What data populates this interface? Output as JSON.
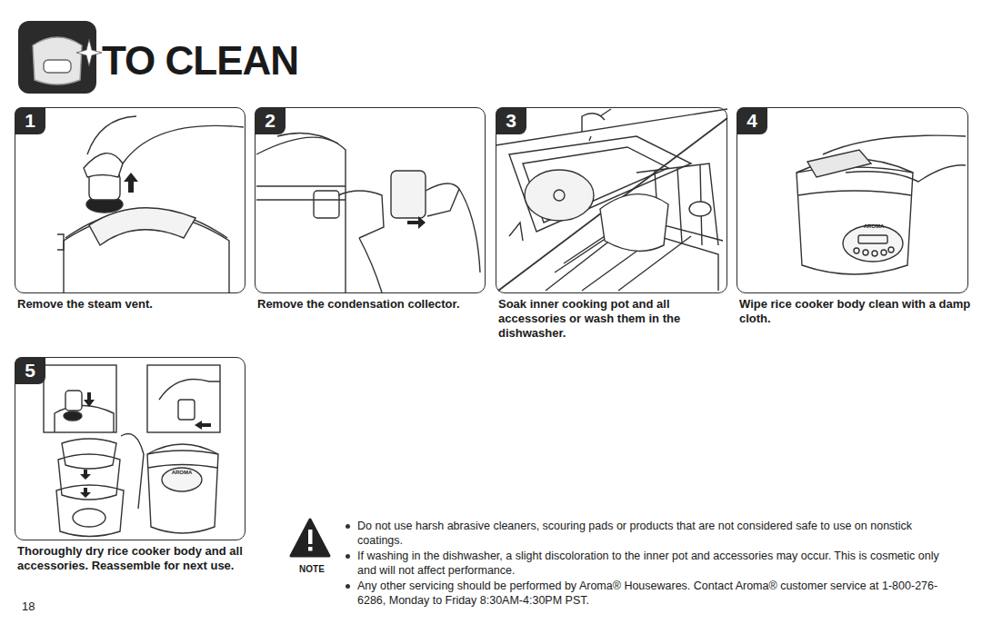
{
  "diagram": {
    "title": "TO CLEAN",
    "nodes": [
      {
        "text": [
          "1",
          "Remove the steam vent."
        ]
      },
      {
        "text": [
          "2",
          "Remove the condensation collector."
        ]
      },
      {
        "text": [
          "3",
          "Soak inner cooking pot and all accessories or wash them in the dishwasher."
        ]
      },
      {
        "text": [
          "4",
          "Wipe rice cooker body clean with a damp cloth."
        ]
      },
      {
        "text": [
          "5",
          "Thoroughly dry rice cooker body and all accessories. Reassemble for next use."
        ]
      }
    ],
    "labels": [
      "AROMA",
      "AROMA",
      "NOTE",
      "Do not use harsh abrasive cleaners, scouring pads or products that are not considered safe to use on nonstick coatings.",
      "If washing in the dishwasher, a slight discoloration to the inner pot and accessories may occur. This is cosmetic only and will not affect performance.",
      "Any other servicing should be performed by Aroma® Housewares. Contact Aroma® customer service at 1-800-276-6286, Monday to Friday 8:30AM-4:30PM PST.",
      "18"
    ]
  }
}
